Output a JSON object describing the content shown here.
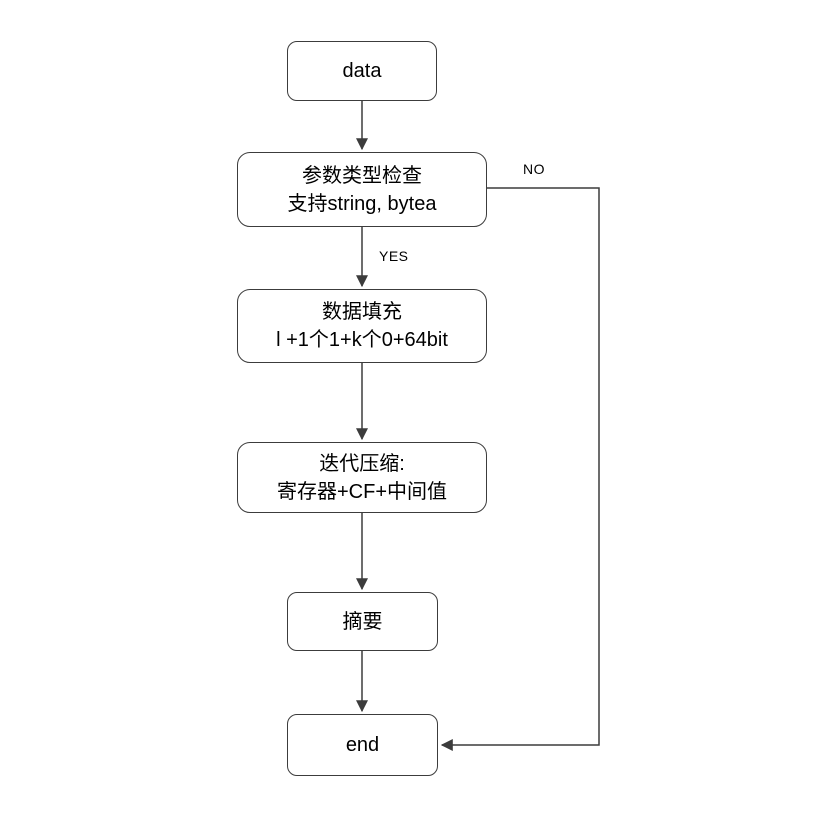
{
  "diagram": {
    "colors": {
      "stroke": "#3c3c3c",
      "node_border": "#3c3c3c",
      "node_fill": "#ffffff",
      "text": "#000000",
      "background": "#ffffff"
    },
    "nodes": {
      "start": {
        "label": "data"
      },
      "type_check": {
        "line1": "参数类型检查",
        "line2": "支持string, bytea"
      },
      "padding": {
        "line1": "数据填充",
        "line2": "l +1个1+k个0+64bit"
      },
      "compression": {
        "line1": "迭代压缩:",
        "line2": "寄存器+CF+中间值"
      },
      "digest": {
        "label": "摘要"
      },
      "end": {
        "label": "end"
      }
    },
    "edge_labels": {
      "yes": "YES",
      "no": "NO"
    }
  }
}
